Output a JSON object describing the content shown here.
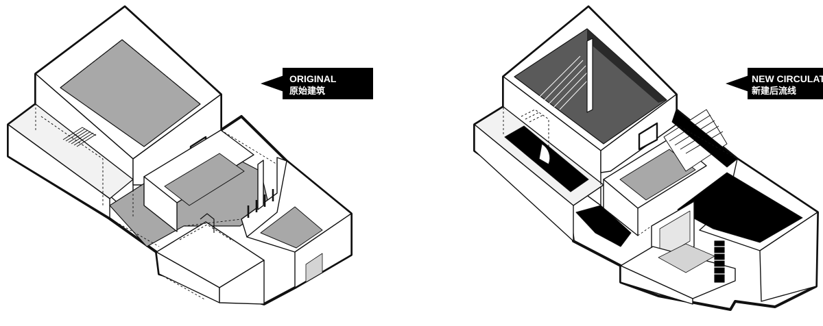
{
  "diagrams": [
    {
      "id": "original",
      "label_en": "ORIGINAL",
      "label_zh": "原始建筑"
    },
    {
      "id": "new-circulation",
      "label_en": "NEW CIRCULATI",
      "label_zh": "新建后流线"
    }
  ],
  "colors": {
    "background": "#ffffff",
    "line": "#111111",
    "floor_gray": "#a8a8a8",
    "floor_light": "#d4d4d4",
    "floor_dark": "#5a5a5a",
    "floor_black": "#000000",
    "callout_bg": "#000000",
    "callout_text": "#ffffff"
  }
}
